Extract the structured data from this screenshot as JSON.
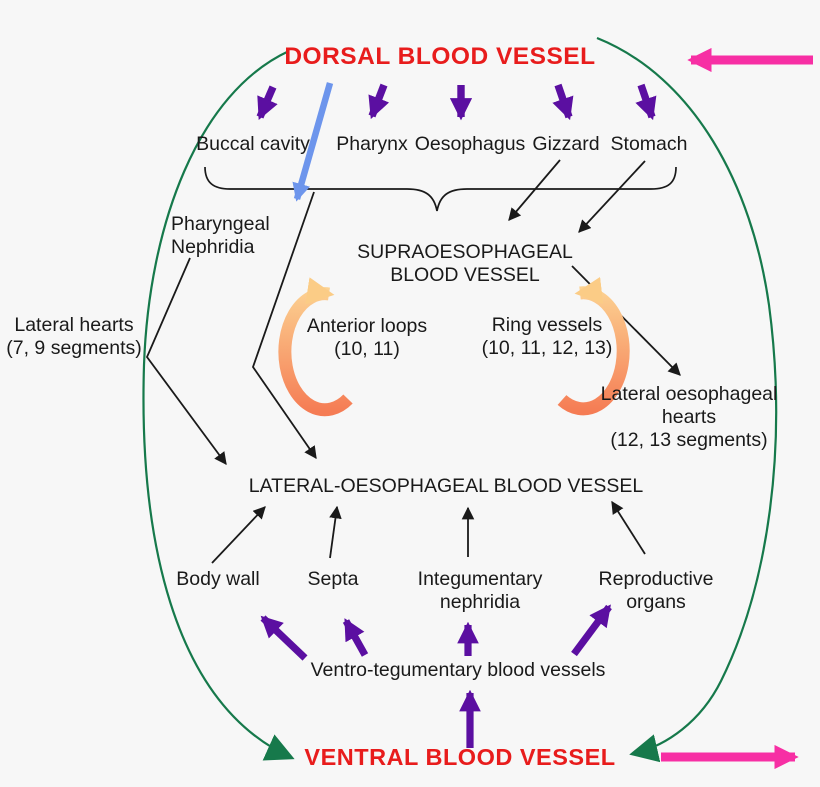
{
  "figure": {
    "dorsal_vessel": "DORSAL BLOOD VESSEL",
    "organs": [
      "Buccal cavity",
      "Pharynx",
      "Oesophagus",
      "Gizzard",
      "Stomach"
    ],
    "pharyngeal_nephridia": "Pharyngeal\nNephridia",
    "supraoesophageal_vessel": "SUPRAOESOPHAGEAL\nBLOOD VESSEL",
    "anterior_loops": "Anterior loops\n(10, 11)",
    "ring_vessels": "Ring vessels\n(10, 11, 12, 13)",
    "lateral_hearts": "Lateral hearts\n(7, 9 segments)",
    "lateral_oesophageal_hearts": "Lateral oesophageal\nhearts\n(12, 13 segments)",
    "lateral_oesophageal_vessel": "LATERAL-OESOPHAGEAL BLOOD VESSEL",
    "body_wall": "Body wall",
    "septa": "Septa",
    "integumentary_nephridia": "Integumentary\nnephridia",
    "reproductive_organs": "Reproductive\norgans",
    "ventro_tegumentary": "Ventro-tegumentary blood vessels",
    "ventral_vessel": "VENTRAL BLOOD VESSEL"
  },
  "colors": {
    "background": "#f7f7f7",
    "heading_red": "#e81c1c",
    "arrow_purple": "#5b0fa1",
    "arrow_blue": "#6d95ec",
    "circulation_green": "#16794b",
    "arrow_pink": "#f72fa4",
    "loop_orange_light": "#fbcc86",
    "loop_orange_deep": "#f57c54",
    "line_black": "#1a1a1a"
  }
}
